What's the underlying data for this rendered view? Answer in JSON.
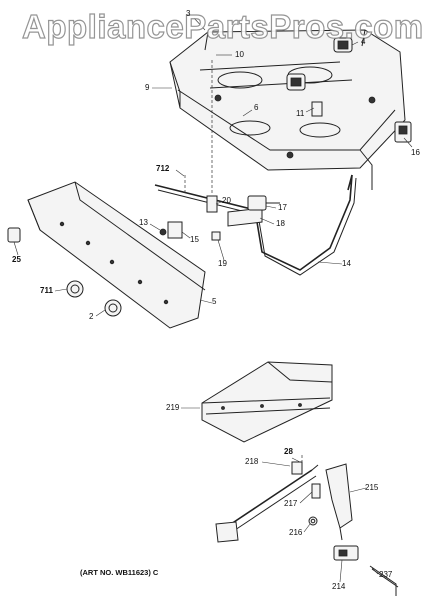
{
  "watermark": "AppliancePartsPros.com",
  "art_number": "(ART NO. WB11623) C",
  "callouts": {
    "c3": "3",
    "c4": "4",
    "c9": "9",
    "c10": "10",
    "c6": "6",
    "c11": "11",
    "c16": "16",
    "c712": "712",
    "c20": "20",
    "c17": "17",
    "c18": "18",
    "c13": "13",
    "c15": "15",
    "c19": "19",
    "c14": "14",
    "c25": "25",
    "c711": "711",
    "c5": "5",
    "c2": "2",
    "c219": "219",
    "c218": "218",
    "c28": "28",
    "c215": "215",
    "c217": "217",
    "c216": "216",
    "c214": "214",
    "c237": "237"
  }
}
